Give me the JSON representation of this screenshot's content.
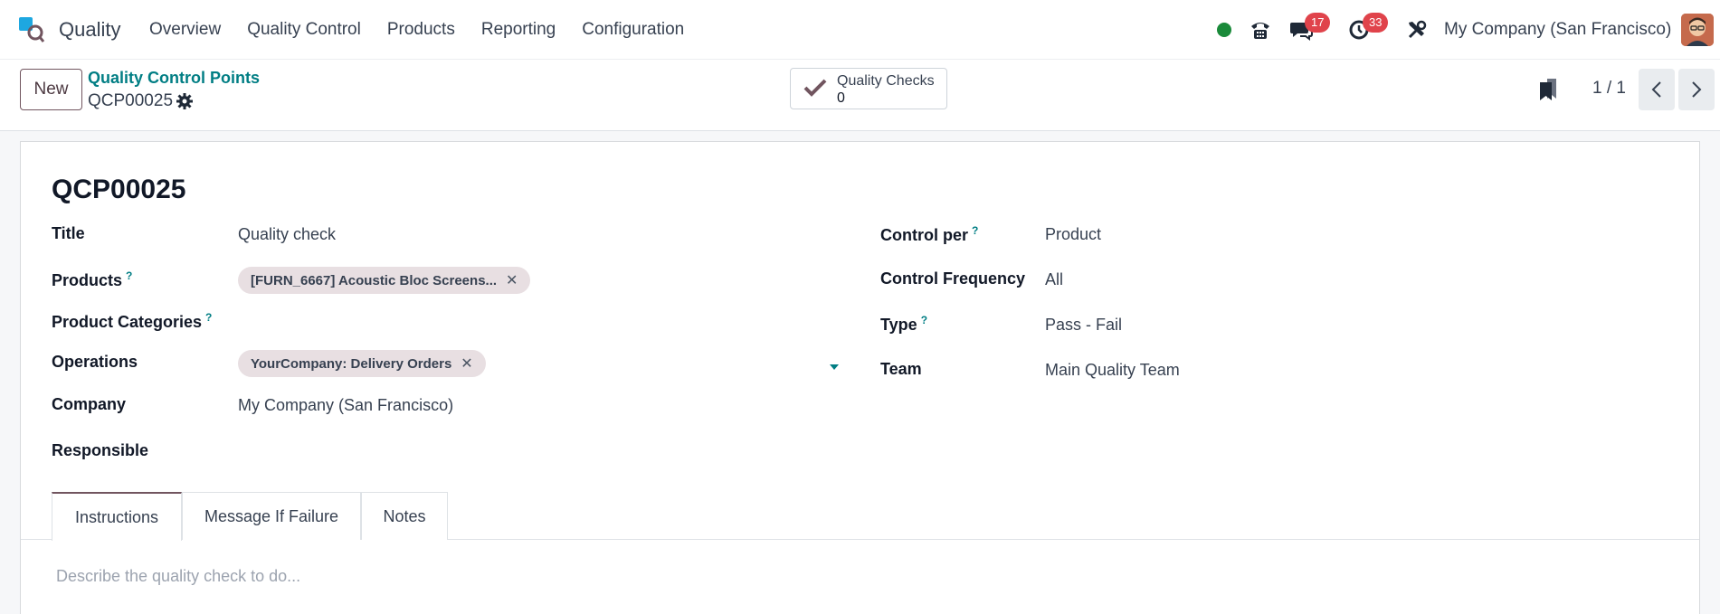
{
  "navbar": {
    "app_name": "Quality",
    "menu": [
      "Overview",
      "Quality Control",
      "Products",
      "Reporting",
      "Configuration"
    ],
    "status_color": "#1a8a3a",
    "messages_count": "17",
    "activities_count": "33",
    "company": "My Company (San Francisco)",
    "icons": [
      "app-logo-icon",
      "phone-icon",
      "chat-icon",
      "clock-icon",
      "tools-icon",
      "avatar"
    ]
  },
  "control_panel": {
    "new_label": "New",
    "breadcrumb_parent": "Quality Control Points",
    "breadcrumb_current": "QCP00025",
    "smart_button": {
      "label": "Quality Checks",
      "value": "0"
    },
    "pager": "1 / 1"
  },
  "form": {
    "record_name": "QCP00025",
    "left": {
      "title_label": "Title",
      "title_value": "Quality check",
      "products_label": "Products",
      "products_tag": "[FURN_6667] Acoustic Bloc Screens...",
      "product_categories_label": "Product Categories",
      "operations_label": "Operations",
      "operations_tag": "YourCompany: Delivery Orders",
      "company_label": "Company",
      "company_value": "My Company (San Francisco)",
      "responsible_label": "Responsible"
    },
    "right": {
      "control_per_label": "Control per",
      "control_per_value": "Product",
      "control_frequency_label": "Control Frequency",
      "control_frequency_value": "All",
      "type_label": "Type",
      "type_value": "Pass - Fail",
      "team_label": "Team",
      "team_value": "Main Quality Team"
    },
    "help_mark": "?",
    "tabs": [
      "Instructions",
      "Message If Failure",
      "Notes"
    ],
    "instructions_placeholder": "Describe the quality check to do..."
  },
  "colors": {
    "accent": "#017e84",
    "brand": "#71555f",
    "badge": "#e0434b",
    "tag_bg": "#e8dfe2"
  }
}
